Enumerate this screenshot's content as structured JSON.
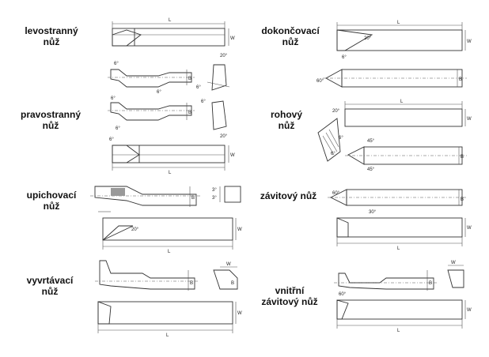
{
  "tools": {
    "levostranny": {
      "line1": "levostranný",
      "line2": "nůž"
    },
    "pravostranny": {
      "line1": "pravostranný",
      "line2": "nůž"
    },
    "upichovaci": {
      "line1": "upichovací",
      "line2": "nůž"
    },
    "vyvrtavaci": {
      "line1": "vyvrtávací",
      "line2": "nůž"
    },
    "dokoncovaci": {
      "line1": "dokončovací",
      "line2": "nůž"
    },
    "rohovy": {
      "line1": "rohový",
      "line2": "nůž"
    },
    "zavitovy": {
      "line1": "závitový nůž"
    },
    "vnitrni": {
      "line1": "vnitřní",
      "line2": "závitový nůž"
    }
  },
  "dims": {
    "L": "L",
    "W": "W",
    "B": "B",
    "a20": "20°",
    "a30": "30°",
    "a45": "45°",
    "a60": "60°",
    "a6": "6°",
    "a3": "3°"
  }
}
